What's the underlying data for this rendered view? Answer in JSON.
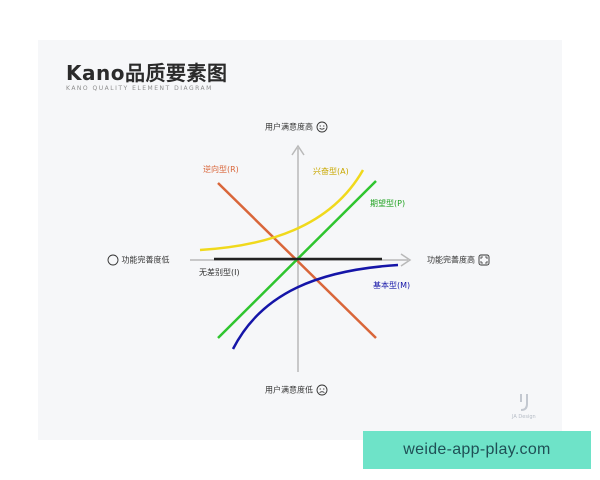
{
  "diagram": {
    "title": "Kano品质要素图",
    "subtitle": "KANO QUALITY ELEMENT DIAGRAM",
    "axes": {
      "top": "用户满意度高",
      "bottom": "用户满意度低",
      "left": "功能完善度低",
      "right": "功能完善度高"
    },
    "curves": {
      "reverse": {
        "label": "逆向型(R)",
        "color": "#d9663a"
      },
      "exciting": {
        "label": "兴奋型(A)",
        "color": "#f0d91c"
      },
      "performance": {
        "label": "期望型(P)",
        "color": "#2fc52f"
      },
      "basic": {
        "label": "基本型(M)",
        "color": "#1515a8"
      },
      "indifferent": {
        "label": "无差别型(I)",
        "color": "#222222"
      }
    },
    "logo_text": "JA Design"
  },
  "watermark": "weide-app-play.com"
}
